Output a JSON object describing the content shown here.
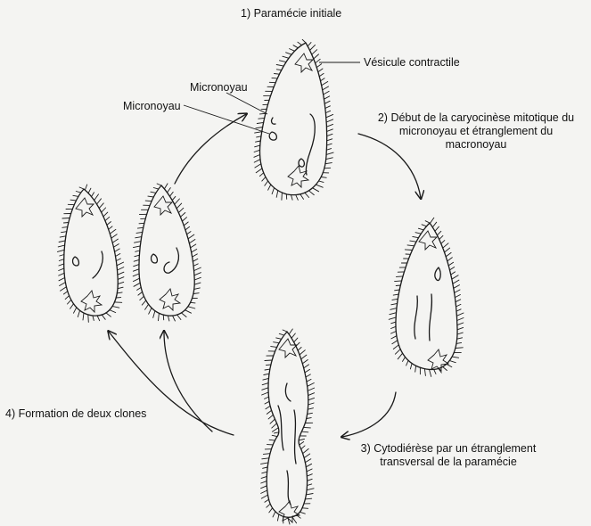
{
  "labels": {
    "step1": "1) Paramécie initiale",
    "vesicle": "Vésicule contractile",
    "micronucleus_a": "Micronoyau",
    "micronucleus_b": "Micronoyau",
    "step2_line1": "2) Début de la caryocinèse mitotique du",
    "step2_line2": "micronoyau et étranglement du",
    "step2_line3": "macronoyau",
    "step3_line1": "3) Cytodiérèse par un étranglement",
    "step3_line2": "transversal de la paramécie",
    "step4": "4) Formation de deux clones"
  },
  "colors": {
    "background": "#f4f4f2",
    "ink": "#1a1a1a"
  }
}
